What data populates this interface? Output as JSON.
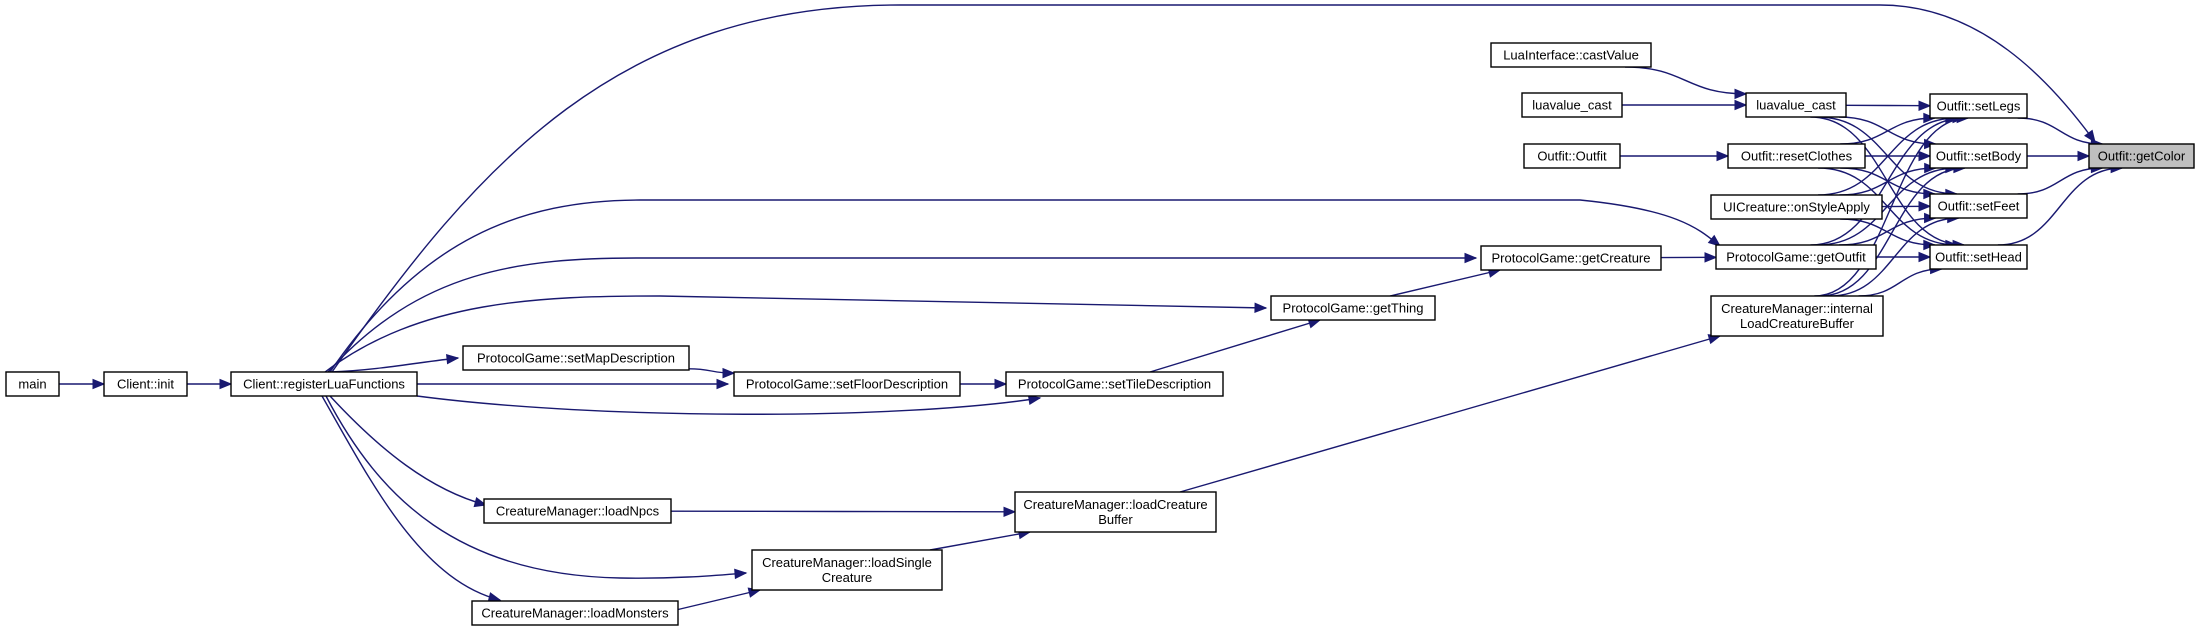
{
  "graph": {
    "edge_color": "#191970",
    "node_border_color": "#000000",
    "target_fill_color": "#bfbfbf",
    "nodes": [
      {
        "id": "getColor",
        "lines": [
          "Outfit::getColor"
        ],
        "target": true
      },
      {
        "id": "setLegs",
        "lines": [
          "Outfit::setLegs"
        ]
      },
      {
        "id": "setBody",
        "lines": [
          "Outfit::setBody"
        ]
      },
      {
        "id": "setFeet",
        "lines": [
          "Outfit::setFeet"
        ]
      },
      {
        "id": "setHead",
        "lines": [
          "Outfit::setHead"
        ]
      },
      {
        "id": "castValue",
        "lines": [
          "LuaInterface::castValue"
        ]
      },
      {
        "id": "luavalue_cast_a",
        "lines": [
          "luavalue_cast"
        ]
      },
      {
        "id": "luavalue_cast_b",
        "lines": [
          "luavalue_cast"
        ]
      },
      {
        "id": "outfitCtor",
        "lines": [
          "Outfit::Outfit"
        ]
      },
      {
        "id": "resetClothes",
        "lines": [
          "Outfit::resetClothes"
        ]
      },
      {
        "id": "onStyleApply",
        "lines": [
          "UICreature::onStyleApply"
        ]
      },
      {
        "id": "getOutfit",
        "lines": [
          "ProtocolGame::getOutfit"
        ]
      },
      {
        "id": "internalLoad",
        "lines": [
          "CreatureManager::internal",
          "LoadCreatureBuffer"
        ]
      },
      {
        "id": "getCreature",
        "lines": [
          "ProtocolGame::getCreature"
        ]
      },
      {
        "id": "getThing",
        "lines": [
          "ProtocolGame::getThing"
        ]
      },
      {
        "id": "setMapDescription",
        "lines": [
          "ProtocolGame::setMapDescription"
        ]
      },
      {
        "id": "setFloorDescription",
        "lines": [
          "ProtocolGame::setFloorDescription"
        ]
      },
      {
        "id": "setTileDescription",
        "lines": [
          "ProtocolGame::setTileDescription"
        ]
      },
      {
        "id": "main",
        "lines": [
          "main"
        ]
      },
      {
        "id": "clientInit",
        "lines": [
          "Client::init"
        ]
      },
      {
        "id": "registerLua",
        "lines": [
          "Client::registerLuaFunctions"
        ]
      },
      {
        "id": "loadNpcs",
        "lines": [
          "CreatureManager::loadNpcs"
        ]
      },
      {
        "id": "loadCreatureBuffer",
        "lines": [
          "CreatureManager::loadCreature",
          "Buffer"
        ]
      },
      {
        "id": "loadSingleCreature",
        "lines": [
          "CreatureManager::loadSingle",
          "Creature"
        ]
      },
      {
        "id": "loadMonsters",
        "lines": [
          "CreatureManager::loadMonsters"
        ]
      }
    ],
    "edges": [
      {
        "from": "setLegs",
        "to": "getColor"
      },
      {
        "from": "setBody",
        "to": "getColor"
      },
      {
        "from": "setFeet",
        "to": "getColor"
      },
      {
        "from": "setHead",
        "to": "getColor"
      },
      {
        "from": "registerLua",
        "to": "getColor"
      },
      {
        "from": "castValue",
        "to": "luavalue_cast_b"
      },
      {
        "from": "luavalue_cast_a",
        "to": "luavalue_cast_b"
      },
      {
        "from": "luavalue_cast_b",
        "to": "setLegs"
      },
      {
        "from": "luavalue_cast_b",
        "to": "setBody"
      },
      {
        "from": "luavalue_cast_b",
        "to": "setFeet"
      },
      {
        "from": "luavalue_cast_b",
        "to": "setHead"
      },
      {
        "from": "outfitCtor",
        "to": "resetClothes"
      },
      {
        "from": "resetClothes",
        "to": "setLegs"
      },
      {
        "from": "resetClothes",
        "to": "setBody"
      },
      {
        "from": "resetClothes",
        "to": "setFeet"
      },
      {
        "from": "resetClothes",
        "to": "setHead"
      },
      {
        "from": "onStyleApply",
        "to": "setLegs"
      },
      {
        "from": "onStyleApply",
        "to": "setBody"
      },
      {
        "from": "onStyleApply",
        "to": "setFeet"
      },
      {
        "from": "onStyleApply",
        "to": "setHead"
      },
      {
        "from": "getOutfit",
        "to": "setLegs"
      },
      {
        "from": "getOutfit",
        "to": "setBody"
      },
      {
        "from": "getOutfit",
        "to": "setFeet"
      },
      {
        "from": "getOutfit",
        "to": "setHead"
      },
      {
        "from": "internalLoad",
        "to": "setLegs"
      },
      {
        "from": "internalLoad",
        "to": "setBody"
      },
      {
        "from": "internalLoad",
        "to": "setFeet"
      },
      {
        "from": "internalLoad",
        "to": "setHead"
      },
      {
        "from": "getCreature",
        "to": "getOutfit"
      },
      {
        "from": "registerLua",
        "to": "getOutfit"
      },
      {
        "from": "getThing",
        "to": "getCreature"
      },
      {
        "from": "registerLua",
        "to": "getCreature"
      },
      {
        "from": "setTileDescription",
        "to": "getThing"
      },
      {
        "from": "registerLua",
        "to": "getThing"
      },
      {
        "from": "setFloorDescription",
        "to": "setTileDescription"
      },
      {
        "from": "registerLua",
        "to": "setTileDescription"
      },
      {
        "from": "setMapDescription",
        "to": "setFloorDescription"
      },
      {
        "from": "registerLua",
        "to": "setFloorDescription"
      },
      {
        "from": "registerLua",
        "to": "setMapDescription"
      },
      {
        "from": "main",
        "to": "clientInit"
      },
      {
        "from": "clientInit",
        "to": "registerLua"
      },
      {
        "from": "registerLua",
        "to": "loadNpcs"
      },
      {
        "from": "registerLua",
        "to": "loadSingleCreature"
      },
      {
        "from": "registerLua",
        "to": "loadMonsters"
      },
      {
        "from": "loadNpcs",
        "to": "loadCreatureBuffer"
      },
      {
        "from": "loadSingleCreature",
        "to": "loadCreatureBuffer"
      },
      {
        "from": "loadMonsters",
        "to": "loadSingleCreature"
      },
      {
        "from": "loadCreatureBuffer",
        "to": "internalLoad"
      }
    ]
  }
}
